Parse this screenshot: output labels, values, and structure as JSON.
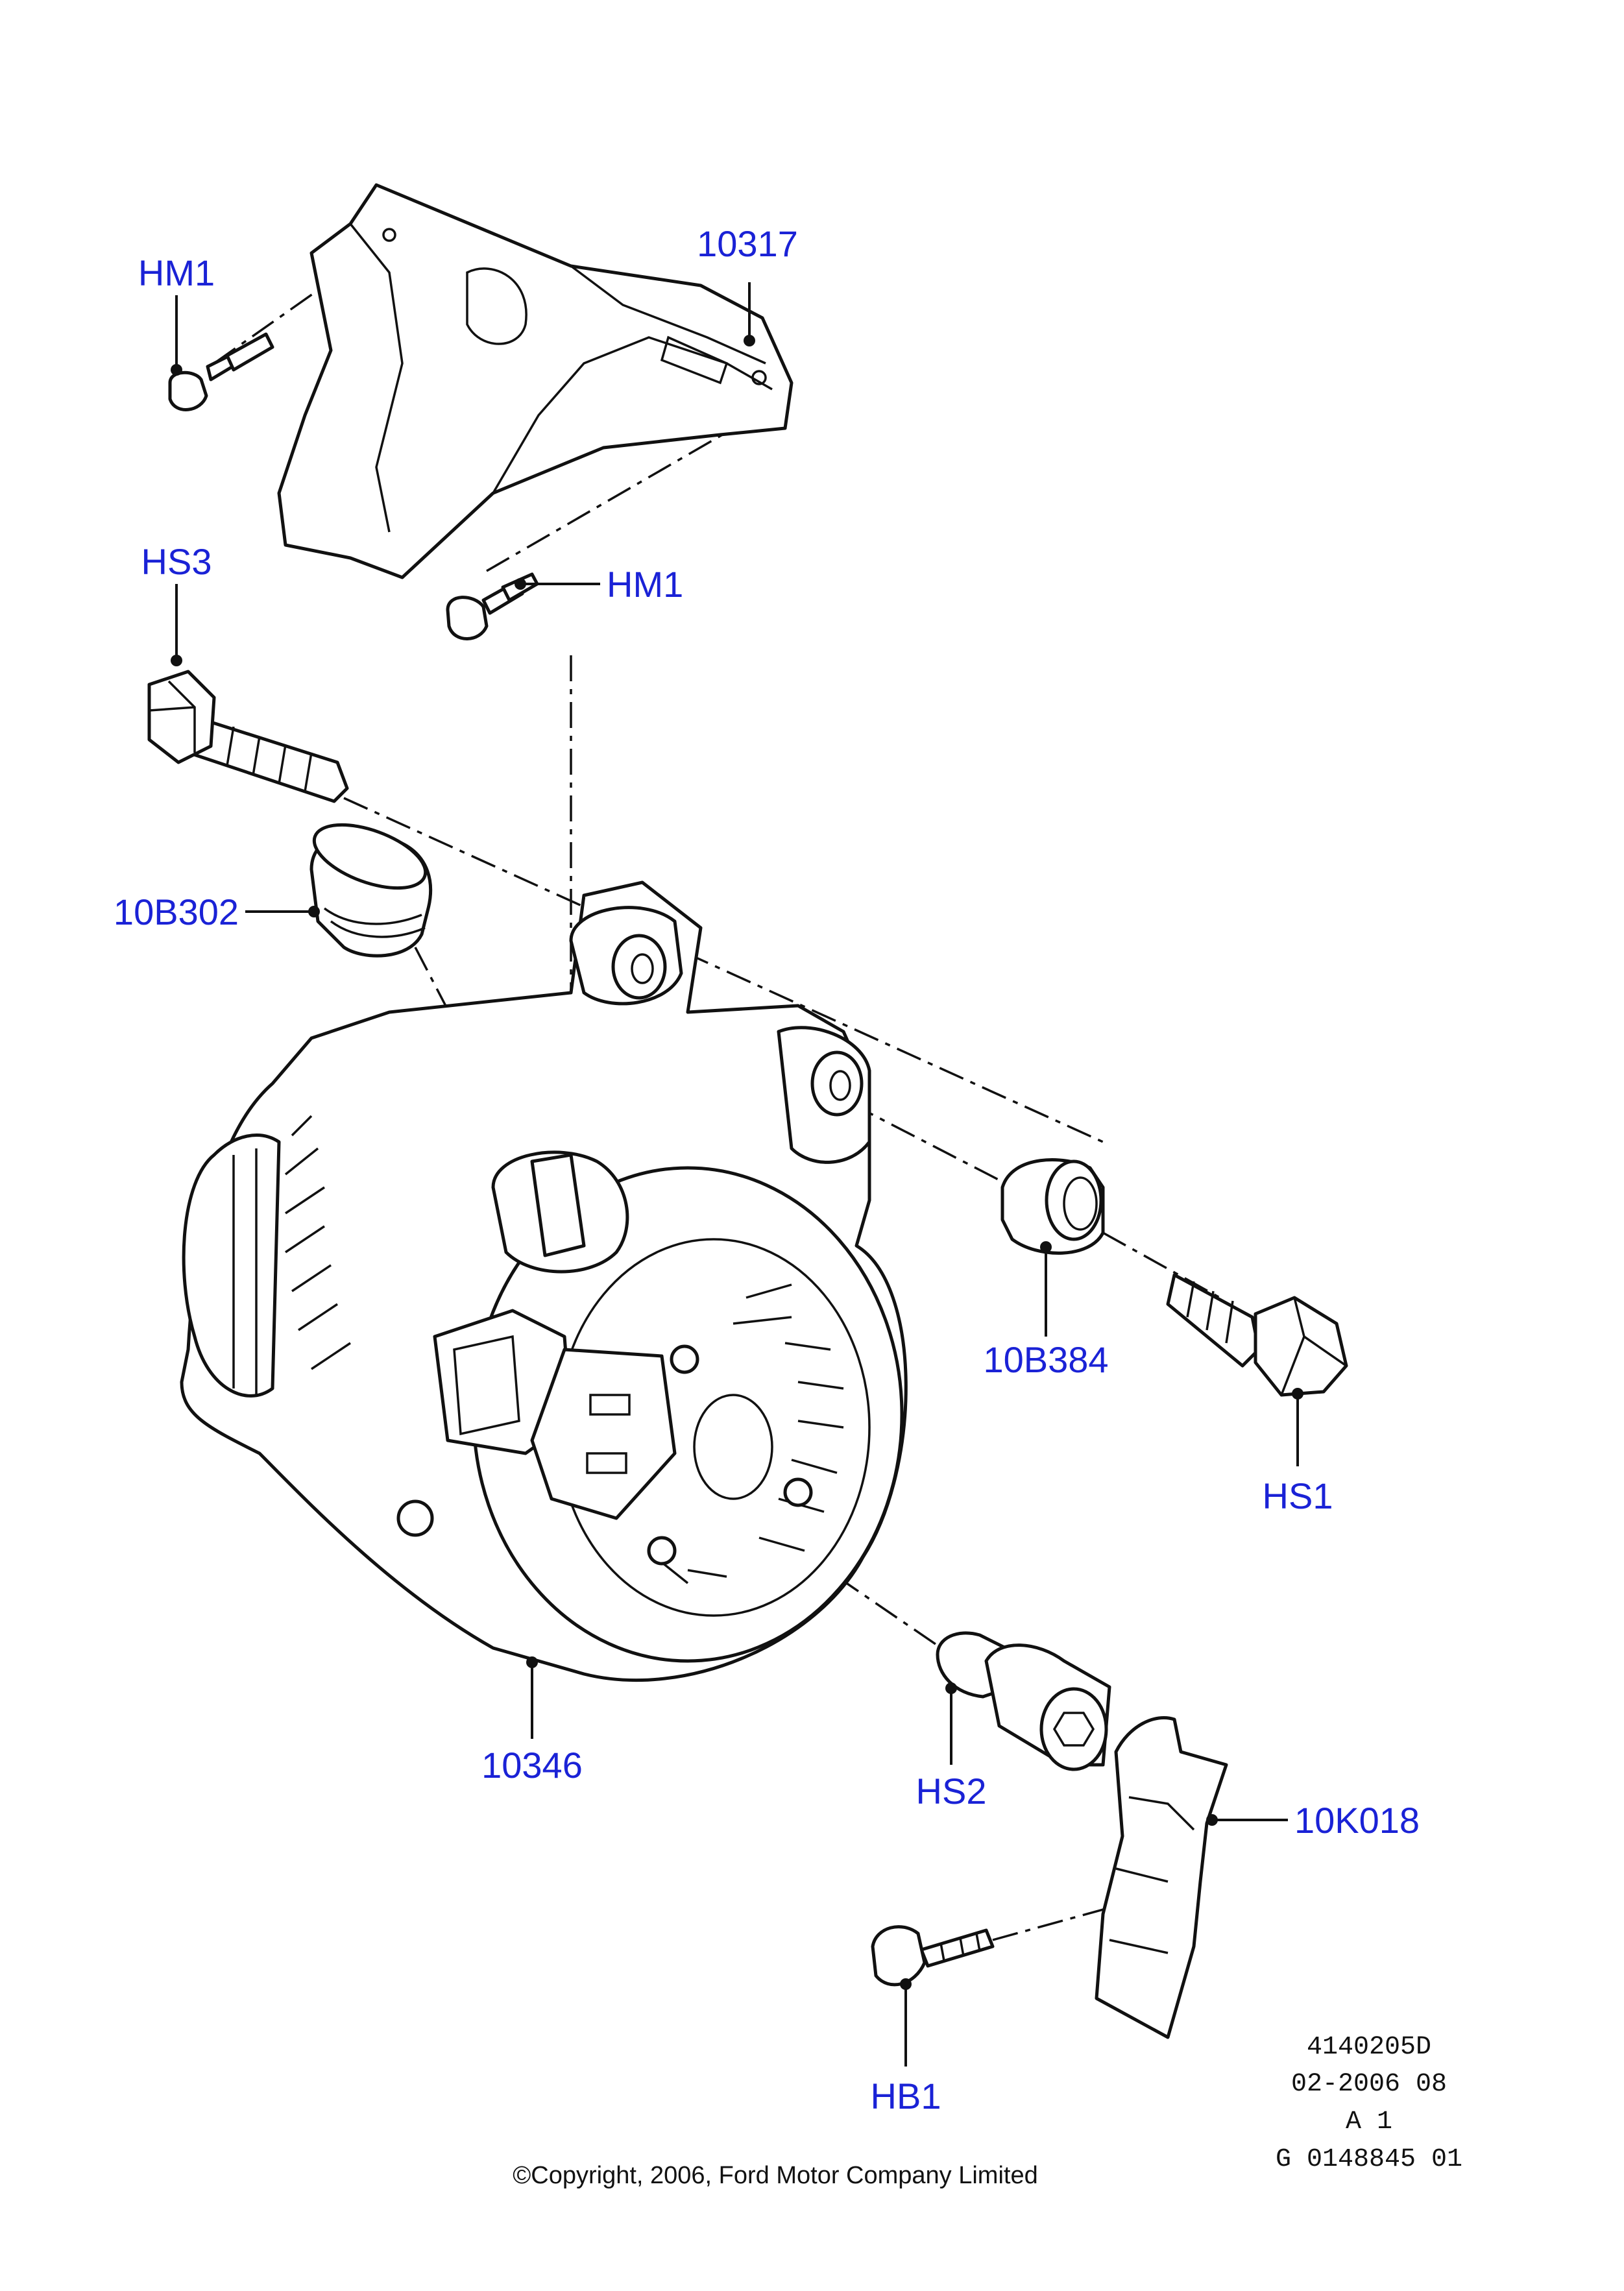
{
  "labels": {
    "hm1_top": "HM1",
    "p10317": "10317",
    "hm1_mid": "HM1",
    "hs3": "HS3",
    "p10b302": "10B302",
    "p10b384": "10B384",
    "hs1": "HS1",
    "p10346": "10346",
    "hs2": "HS2",
    "p10k018": "10K018",
    "hb1": "HB1"
  },
  "meta": {
    "line1": "4140205D",
    "line2": "02-2006 08",
    "line3": "A 1",
    "line4": "G 0148845 01"
  },
  "copyright": "©Copyright, 2006, Ford Motor Company Limited",
  "colors": {
    "label": "#1a22d6",
    "line": "#111111",
    "background": "#ffffff"
  }
}
